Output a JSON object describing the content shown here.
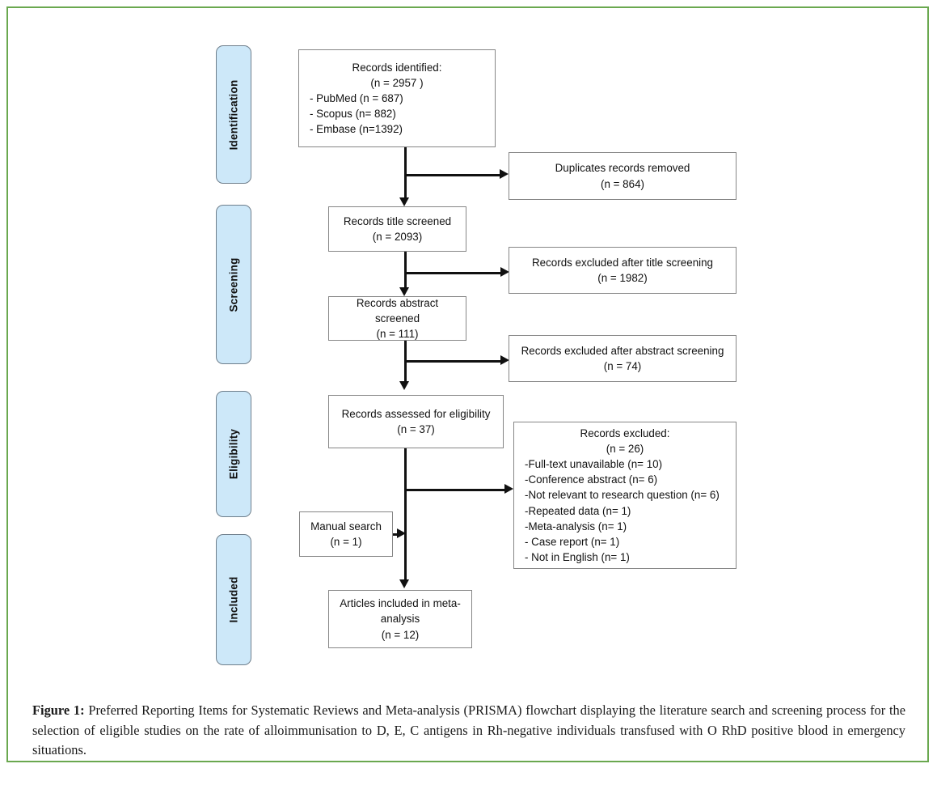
{
  "figure": {
    "label": "Figure 1:",
    "caption": " Preferred Reporting Items for Systematic Reviews and Meta-analysis (PRISMA) flowchart displaying the literature search and screening process for the selection of eligible studies on the rate of alloimmunisation to D, E, C antigens in Rh-negative individuals transfused with O RhD positive blood in emergency situations."
  },
  "colors": {
    "page_border": "#6aa84f",
    "stage_fill": "#cde8f9",
    "stage_border": "#6f7f8c",
    "box_border": "#868686",
    "connector": "#111111"
  },
  "stages": [
    {
      "label": "Identification"
    },
    {
      "label": "Screening"
    },
    {
      "label": "Eligibility"
    },
    {
      "label": "Included"
    }
  ],
  "flow": {
    "identified": {
      "title": "Records identified:",
      "count": "(n = 2957 )",
      "sources": [
        "- PubMed (n = 687)",
        "- Scopus (n= 882)",
        "- Embase (n=1392)"
      ]
    },
    "duplicates_removed": {
      "title": "Duplicates records removed",
      "count": "(n = 864)"
    },
    "title_screened": {
      "title": "Records title screened",
      "count": "(n = 2093)"
    },
    "excluded_title": {
      "title": "Records excluded after title screening",
      "count": "(n = 1982)"
    },
    "abstract_screened": {
      "title": "Records abstract screened",
      "count": "(n = 111)"
    },
    "excluded_abstract": {
      "title": "Records excluded after abstract screening",
      "count": "(n = 74)"
    },
    "eligibility_assessed": {
      "title": "Records assessed for eligibility",
      "count": "(n = 37)"
    },
    "manual_search": {
      "title": "Manual search",
      "count": "(n = 1)"
    },
    "excluded_eligibility": {
      "title": "Records excluded:",
      "count": "(n = 26)",
      "reasons": [
        "-Full-text unavailable (n= 10)",
        "-Conference abstract (n= 6)",
        "-Not relevant to research question (n= 6)",
        "-Repeated data (n= 1)",
        "-Meta-analysis (n= 1)",
        "- Case report (n= 1)",
        "- Not in English (n= 1)"
      ]
    },
    "included": {
      "title_line1": "Articles included in meta-",
      "title_line2": "analysis",
      "count": "(n = 12)"
    }
  }
}
